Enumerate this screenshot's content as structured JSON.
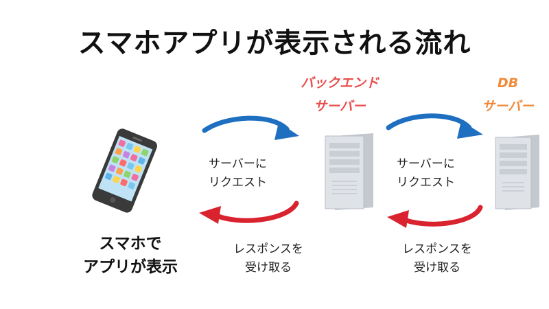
{
  "title": "スマホアプリが表示される流れ",
  "phone": {
    "label_line1": "スマホで",
    "label_line2": "アプリが表示"
  },
  "backend_server": {
    "label_line1": "バックエンド",
    "label_line2": "サーバー"
  },
  "db_server": {
    "label_line1": "DB",
    "label_line2": "サーバー"
  },
  "request_1": {
    "line1": "サーバーに",
    "line2": "リクエスト"
  },
  "response_1": {
    "line1": "レスポンスを",
    "line2": "受け取る"
  },
  "request_2": {
    "line1": "サーバーに",
    "line2": "リクエスト"
  },
  "response_2": {
    "line1": "レスポンスを",
    "line2": "受け取る"
  },
  "colors": {
    "request_arrow": "#1f6fc0",
    "response_arrow": "#d9232e",
    "backend_label": "#e8504f",
    "db_label": "#f08a3a",
    "server_body": "#d9dde2",
    "phone_body": "#3a3a3a"
  }
}
